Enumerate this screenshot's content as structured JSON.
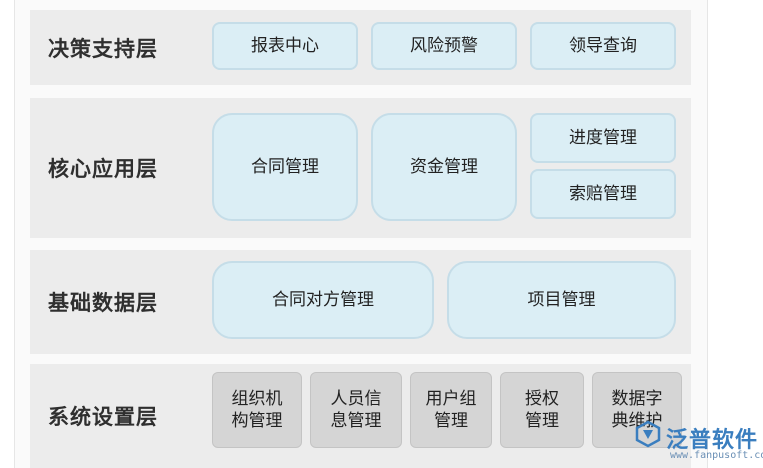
{
  "layers": [
    {
      "label": "决策支持层",
      "items": [
        "报表中心",
        "风险预警",
        "领导查询"
      ]
    },
    {
      "label": "核心应用层",
      "items": [
        "合同管理",
        "资金管理",
        "进度管理",
        "索赔管理"
      ]
    },
    {
      "label": "基础数据层",
      "items": [
        "合同对方管理",
        "项目管理"
      ]
    },
    {
      "label": "系统设置层",
      "items": [
        "组织机构管理",
        "人员信息管理",
        "用户组管理",
        "授权管理",
        "数据字典维护"
      ]
    }
  ],
  "watermark": {
    "text": "泛普软件",
    "url": "www.fanpusoft.com"
  },
  "colors": {
    "layer_bg": "#ececec",
    "module_blue_bg": "#dbeef5",
    "module_gray_bg": "#d5d5d5",
    "watermark_blue": "#3a7ebf"
  }
}
